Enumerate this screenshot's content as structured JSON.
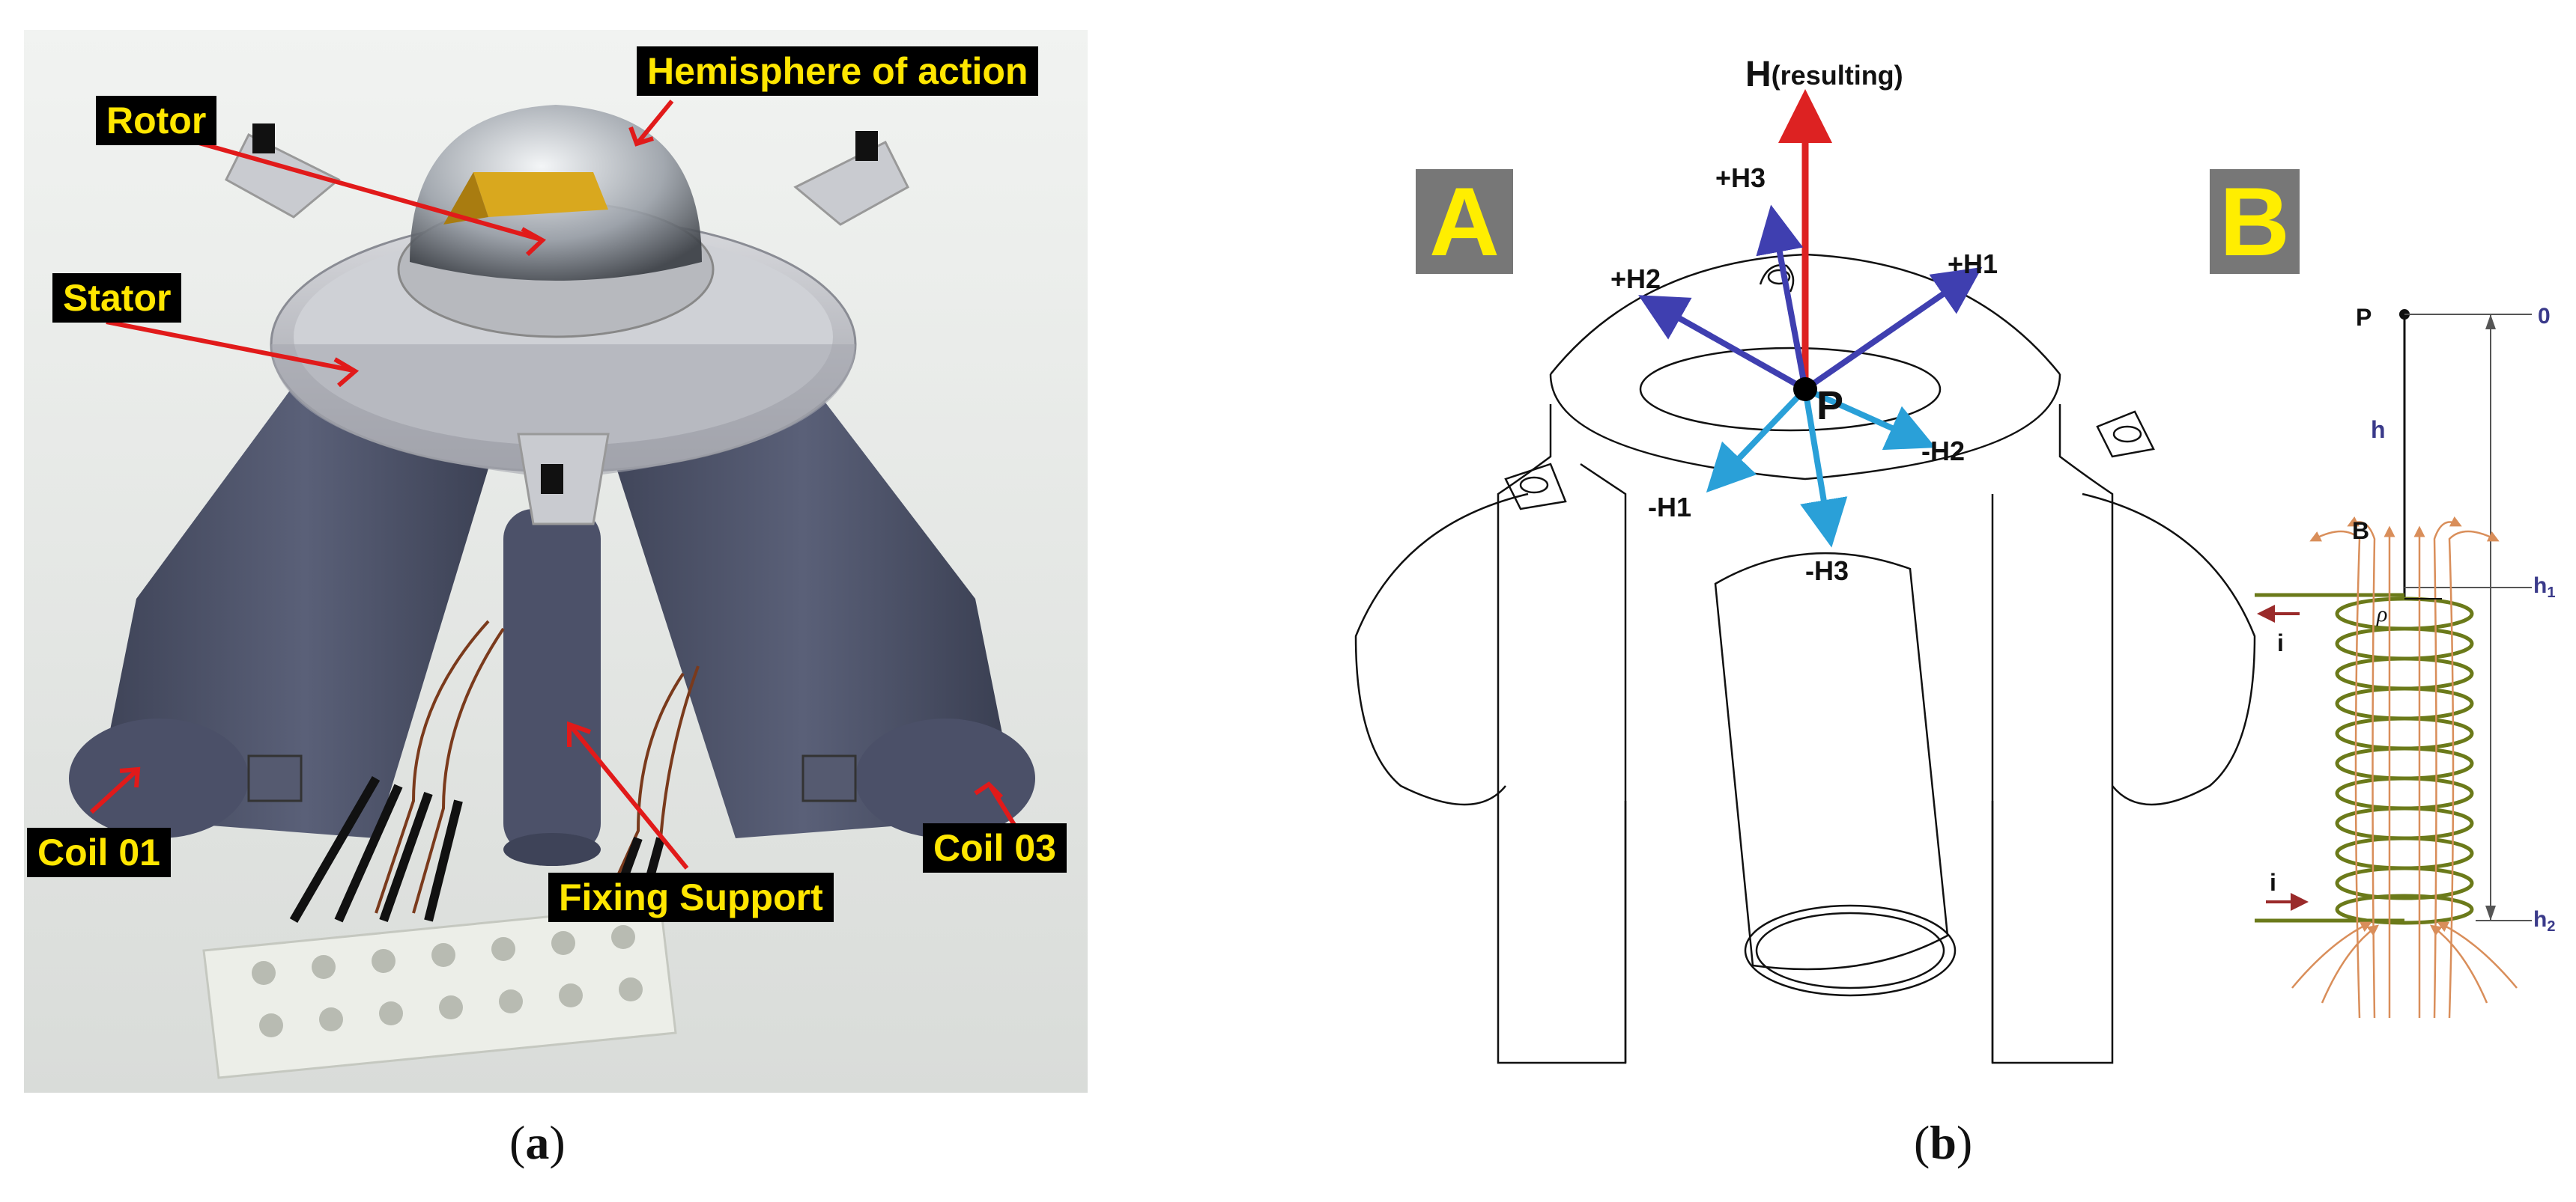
{
  "panel_a": {
    "callouts": {
      "hemisphere": "Hemisphere of action",
      "rotor": "Rotor",
      "stator": "Stator",
      "coil01": "Coil 01",
      "fixing": "Fixing Support",
      "coil03": "Coil 03"
    },
    "caption": {
      "open": "(",
      "letter": "a",
      "close": ")"
    },
    "colors": {
      "callout_bg": "#000000",
      "callout_text": "#ffe600",
      "arrow": "#e11a1a",
      "body": "#4b5068"
    }
  },
  "panel_b": {
    "box_a": "A",
    "box_b": "B",
    "vectors": {
      "h_main": "H",
      "h_sub": "(resulting)",
      "p_h3": "+H3",
      "p_h2": "+H2",
      "p_h1": "+H1",
      "m_h2": "-H2",
      "m_h1": "-H1",
      "m_h3": "-H3",
      "point": "P"
    },
    "solenoid": {
      "p": "P",
      "zero": "0",
      "h": "h",
      "b": "B",
      "h1_main": "h",
      "h1_sub": "1",
      "h2_main": "h",
      "h2_sub": "2",
      "rho": "ρ",
      "i_top": "i",
      "i_bottom": "i"
    },
    "caption": {
      "open": "(",
      "letter": "b",
      "close": ")"
    },
    "colors": {
      "resulting": "#dd2222",
      "positive": "#3f3fb0",
      "negative": "#2aa0d8",
      "coil": "#6b7a1a",
      "field": "#d98e5a"
    }
  }
}
